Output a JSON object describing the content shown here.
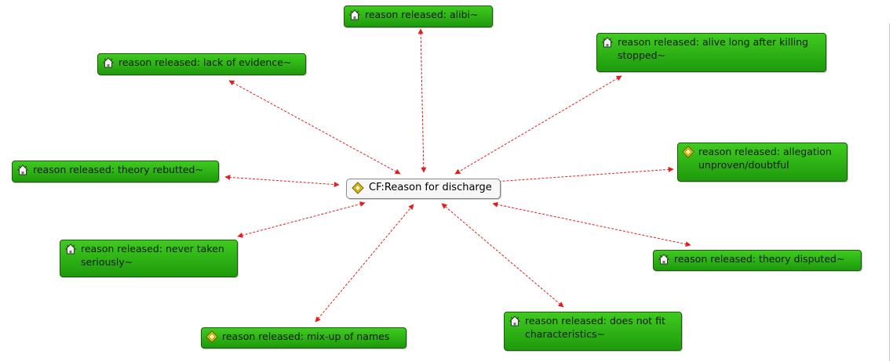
{
  "center": {
    "label": "CF:Reason for discharge",
    "icon": "category-diamond-icon"
  },
  "nodes": [
    {
      "id": "alibi",
      "label": "reason released: alibi~",
      "icon": "topic-house-icon"
    },
    {
      "id": "lack-of-evidence",
      "label": "reason released: lack of evidence~",
      "icon": "topic-house-icon"
    },
    {
      "id": "alive-long",
      "label": "reason released: alive long after killing stopped~",
      "icon": "topic-house-icon"
    },
    {
      "id": "theory-rebutted",
      "label": "reason released: theory rebutted~",
      "icon": "topic-house-icon"
    },
    {
      "id": "allegation",
      "label": "reason released: allegation unproven/doubtful",
      "icon": "category-diamond-icon"
    },
    {
      "id": "never-taken",
      "label": "reason released: never taken seriously~",
      "icon": "topic-house-icon"
    },
    {
      "id": "theory-disputed",
      "label": "reason released: theory disputed~",
      "icon": "topic-house-icon"
    },
    {
      "id": "does-not-fit",
      "label": "reason released: does not fit characteristics~",
      "icon": "topic-house-icon"
    },
    {
      "id": "mix-up",
      "label": "reason released: mix-up of names",
      "icon": "category-diamond-icon"
    }
  ],
  "colors": {
    "edge": "#e02020",
    "node_fill": "#2fb514",
    "center_fill": "#f7f7f7"
  }
}
